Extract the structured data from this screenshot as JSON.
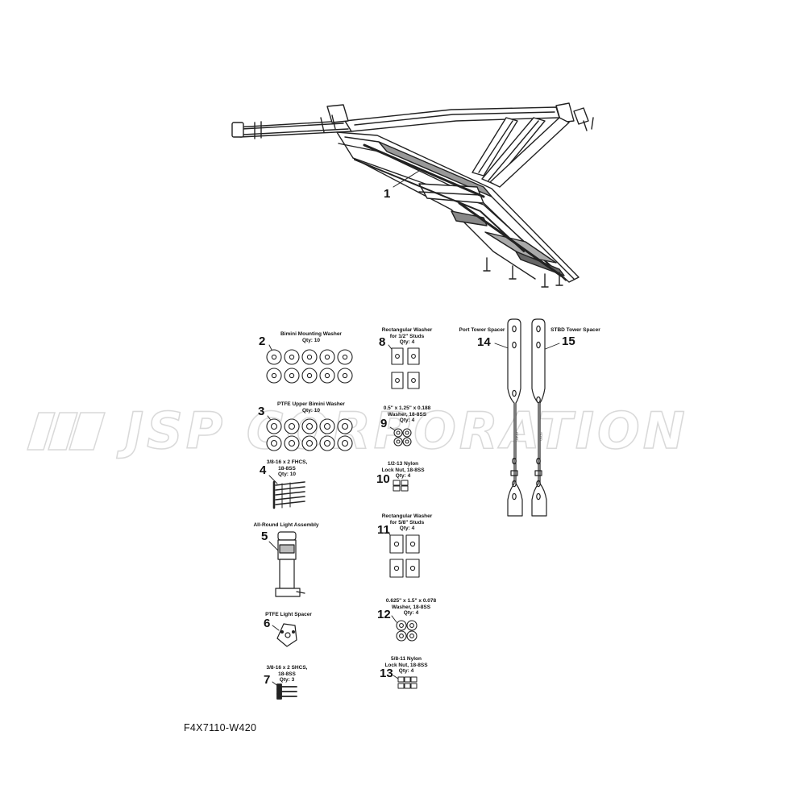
{
  "watermark": {
    "text": "JSP CORPORATION",
    "logo_icon": "jsp-logo-icon"
  },
  "drawing_code": "F4X7110-W420",
  "callouts": [
    {
      "num": "1"
    },
    {
      "num": "2",
      "label_lines": [
        "Bimini Mounting Washer",
        "Qty: 10"
      ]
    },
    {
      "num": "3",
      "label_lines": [
        "PTFE Upper Bimini Washer",
        "Qty: 10"
      ]
    },
    {
      "num": "4",
      "label_lines": [
        "3/8-16 x 2 FHCS,",
        "18-8SS",
        "Qty: 10"
      ]
    },
    {
      "num": "5",
      "label_lines": [
        "All-Round Light Assembly"
      ]
    },
    {
      "num": "6",
      "label_lines": [
        "PTFE Light Spacer"
      ]
    },
    {
      "num": "7",
      "label_lines": [
        "3/8-16 x 2 SHCS,",
        "18-8SS",
        "Qty: 3"
      ]
    },
    {
      "num": "8",
      "label_lines": [
        "Rectangular Washer",
        "for 1/2\" Studs",
        "Qty: 4"
      ]
    },
    {
      "num": "9",
      "label_lines": [
        "0.5\" x 1.25\" x 0.188",
        "Washer, 18-8SS",
        "Qty: 4"
      ]
    },
    {
      "num": "10",
      "label_lines": [
        "1/2-13 Nylon",
        "Lock Nut, 18-8SS",
        "Qty: 4"
      ]
    },
    {
      "num": "11",
      "label_lines": [
        "Rectangular Washer",
        "for 5/8\" Studs",
        "Qty: 4"
      ]
    },
    {
      "num": "12",
      "label_lines": [
        "0.625\" x 1.5\" x 0.078",
        "Washer, 18-8SS",
        "Qty: 4"
      ]
    },
    {
      "num": "13",
      "label_lines": [
        "5/8-11 Nylon",
        "Lock Nut, 18-8SS",
        "Qty: 4"
      ]
    },
    {
      "num": "14",
      "label_lines": [
        "Port Tower Spacer"
      ]
    },
    {
      "num": "15",
      "label_lines": [
        "STBD Tower Spacer"
      ]
    }
  ],
  "spacer_marks": [
    "PORT",
    "STBD"
  ]
}
